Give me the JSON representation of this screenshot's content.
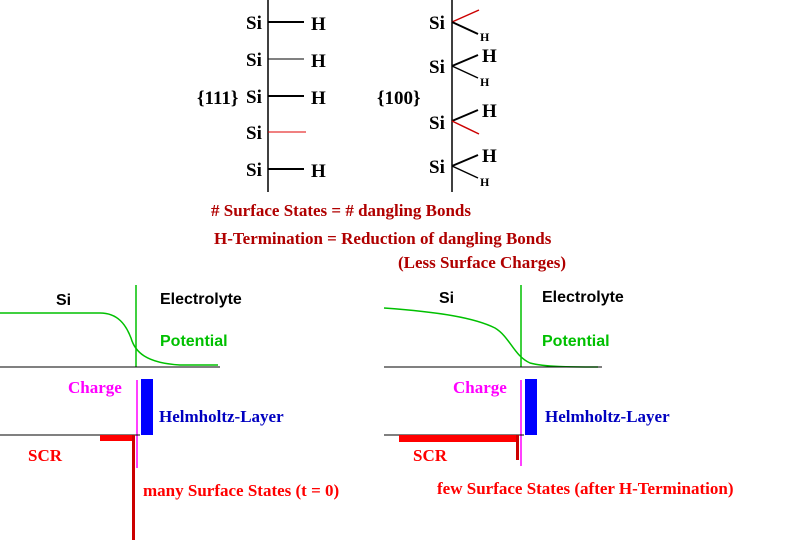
{
  "colors": {
    "black": "#000000",
    "dark_red": "#b00000",
    "red": "#ff0000",
    "green": "#00c000",
    "magenta": "#ff00ff",
    "blue": "#0000ff"
  },
  "crystal_111": {
    "facet_label": "{111}",
    "rows": [
      {
        "atom": "Si",
        "termination": "H"
      },
      {
        "atom": "Si",
        "termination": "H"
      },
      {
        "atom": "Si",
        "termination": "H"
      },
      {
        "atom": "Si",
        "termination": ""
      },
      {
        "atom": "Si",
        "termination": "H"
      }
    ]
  },
  "crystal_100": {
    "facet_label": "{100}",
    "rows": [
      {
        "atom": "Si",
        "upper": "",
        "lower": "H"
      },
      {
        "atom": "Si",
        "upper": "H",
        "lower": "H"
      },
      {
        "atom": "Si",
        "upper": "H",
        "lower": ""
      },
      {
        "atom": "Si",
        "upper": "H",
        "lower": "H"
      }
    ]
  },
  "statements": {
    "line1": "# Surface States = # dangling Bonds",
    "line2": "H-Termination = Reduction of dangling Bonds",
    "line3": "(Less Surface Charges)"
  },
  "panel_left": {
    "si": "Si",
    "electrolyte": "Electrolyte",
    "potential": "Potential",
    "charge": "Charge",
    "helmholtz": "Helmholtz-Layer",
    "scr": "SCR",
    "caption": "many Surface States (t = 0)"
  },
  "panel_right": {
    "si": "Si",
    "electrolyte": "Electrolyte",
    "potential": "Potential",
    "charge": "Charge",
    "helmholtz": "Helmholtz-Layer",
    "scr": "SCR",
    "caption": "few Surface States (after H-Termination)"
  }
}
